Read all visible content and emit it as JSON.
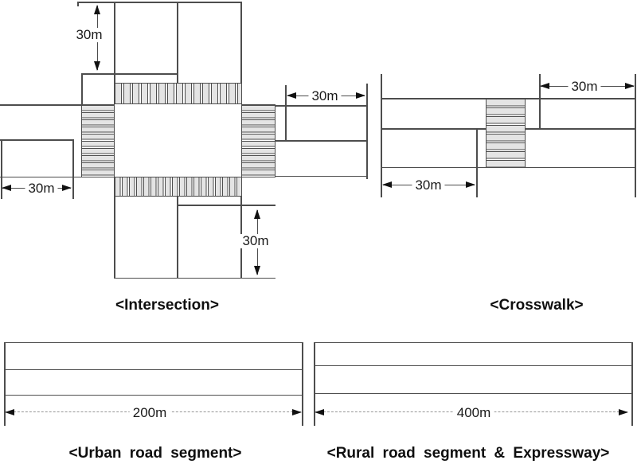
{
  "figures": {
    "intersection": {
      "caption": "<Intersection>",
      "dims": {
        "top": "30m",
        "left": "30m",
        "right": "30m",
        "bottom": "30m"
      }
    },
    "crosswalk": {
      "caption": "<Crosswalk>",
      "dims": {
        "top_right": "30m",
        "bottom_left": "30m"
      }
    },
    "urban_road": {
      "caption": "<Urban road segment>",
      "dims": {
        "length": "200m"
      }
    },
    "rural_road": {
      "caption": "<Rural road segment & Expressway>",
      "dims": {
        "length": "400m"
      }
    }
  },
  "colors": {
    "road_line": "#4d4d4d",
    "stripe_fill": "#e4e4e4",
    "stripe_gap": "#ffffff",
    "arrow": "#111111",
    "text": "#1a1a1a",
    "background": "#ffffff"
  }
}
